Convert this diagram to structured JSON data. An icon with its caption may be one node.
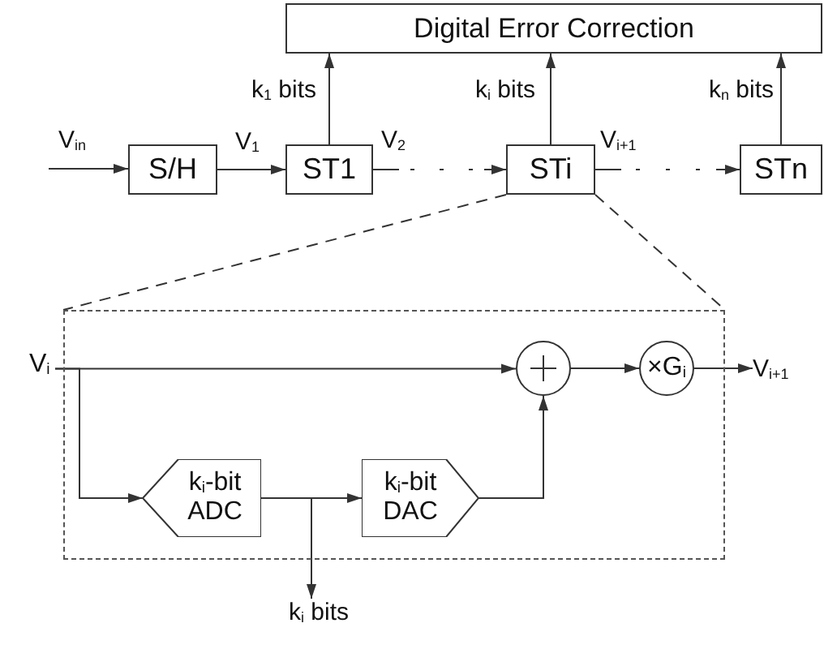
{
  "diagram": {
    "nodes": [
      {
        "text": [
          "Digital Error Correction"
        ]
      },
      {
        "text": [
          "S/H"
        ]
      },
      {
        "text": [
          "ST1"
        ]
      },
      {
        "text": [
          "STi"
        ]
      },
      {
        "text": [
          "STn"
        ]
      },
      {
        "text": [],
        "shape": "box"
      },
      {
        "text": [],
        "shape": "circle",
        "in": 5
      },
      {
        "text": [
          "×G$_{i}$"
        ],
        "in": 5
      },
      {
        "text": [
          "k$_{i}$-bit ADC"
        ],
        "in": 5
      },
      {
        "text": [
          "k$_{i}$-bit DAC"
        ],
        "in": 5
      },
      {
        "text": [
          "V$_{i}$"
        ]
      },
      {
        "text": [
          "V$_{i+1}$"
        ]
      },
      {
        "text": [
          "k$_{i}$ bits"
        ]
      }
    ],
    "edges": [
      {
        "from": null,
        "to": 1,
        "arrow": "to",
        "label": "V$_{in}$"
      },
      {
        "from": 1,
        "to": 2,
        "arrow": "to",
        "label": "V$_{1}$"
      },
      {
        "from": 2,
        "to": 3,
        "arrow": "to",
        "label": "V$_{2}$",
        "style": "dashed"
      },
      {
        "from": 3,
        "to": 4,
        "arrow": "to",
        "label": "V$_{i+1}$",
        "style": "dashed"
      },
      {
        "from": 2,
        "to": 0,
        "arrow": "to",
        "label": "k$_{1}$ bits"
      },
      {
        "from": 3,
        "to": 0,
        "arrow": "to",
        "label": "k$_{i}$ bits"
      },
      {
        "from": 4,
        "to": 0,
        "arrow": "to",
        "label": "k$_{n}$ bits"
      },
      {
        "from": 3,
        "to": 5,
        "arrow": "none",
        "style": "dashed"
      },
      {
        "from": 3,
        "to": 5,
        "arrow": "none",
        "style": "dashed"
      },
      {
        "from": 10,
        "to": 6,
        "arrow": "to"
      },
      {
        "from": 10,
        "to": 8,
        "arrow": "to"
      },
      {
        "from": 8,
        "to": 9,
        "arrow": "to"
      },
      {
        "from": 8,
        "to": 12,
        "arrow": "to"
      },
      {
        "from": 9,
        "to": 6,
        "arrow": "to"
      },
      {
        "from": 6,
        "to": 7,
        "arrow": "to"
      },
      {
        "from": 7,
        "to": 11,
        "arrow": "to"
      }
    ]
  }
}
